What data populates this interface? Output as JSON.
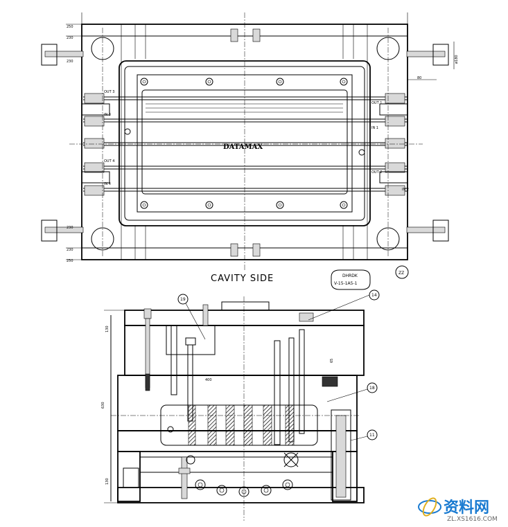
{
  "cavity_view": {
    "title": "CAVITY SIDE",
    "logo_text": "DATAMAX",
    "water_labels_left": [
      "OUT 3",
      "IN 3",
      "OUT 4",
      "IN 4"
    ],
    "water_labels_right": [
      "OUT 1",
      "IN 1",
      "OUT 2",
      "IN 2"
    ],
    "dim_left": [
      "250",
      "230",
      "230",
      "230",
      "230",
      "250"
    ],
    "dim_right": [
      "ø180",
      "80"
    ],
    "stamp": "ZZ"
  },
  "section_view": {
    "balloons": [
      "19",
      "14",
      "18",
      "11"
    ],
    "steel_tag_lines": [
      "DHRDK",
      "V-15-1A5-1"
    ],
    "dims": [
      "130",
      "630",
      "400",
      "65",
      "130"
    ]
  },
  "watermark": {
    "brand": "资料网",
    "url": "ZL.XS1616.COM"
  }
}
